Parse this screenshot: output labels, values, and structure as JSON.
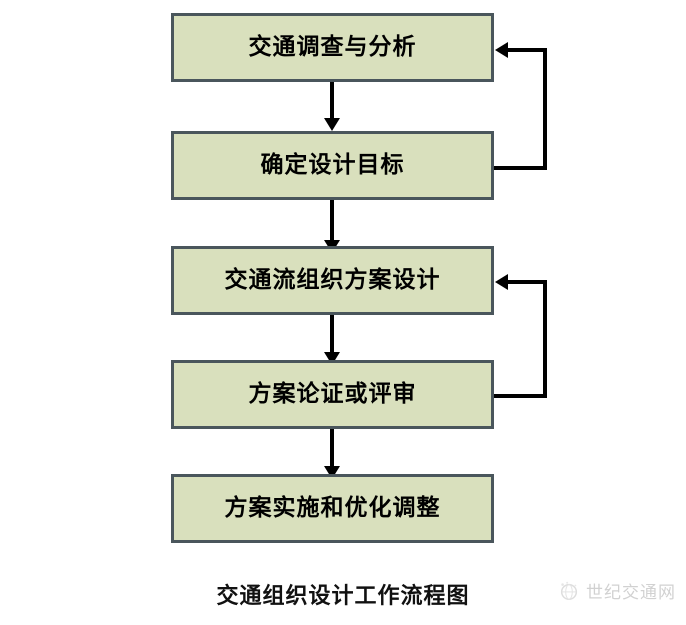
{
  "diagram": {
    "title": "交通组织设计工作流程图",
    "colors": {
      "node_fill": "#d9e0bd",
      "node_border": "#4a565c",
      "connector": "#000000",
      "text": "#000000",
      "background": "#ffffff"
    },
    "nodes": [
      {
        "id": "n1",
        "label": "交通调查与分析"
      },
      {
        "id": "n2",
        "label": "确定设计目标"
      },
      {
        "id": "n3",
        "label": "交通流组织方案设计"
      },
      {
        "id": "n4",
        "label": "方案论证或评审"
      },
      {
        "id": "n5",
        "label": "方案实施和优化调整"
      }
    ],
    "flow_connectors": [
      {
        "from": "n1",
        "to": "n2",
        "kind": "down-arrow"
      },
      {
        "from": "n2",
        "to": "n3",
        "kind": "down-arrow"
      },
      {
        "from": "n3",
        "to": "n4",
        "kind": "down-arrow"
      },
      {
        "from": "n4",
        "to": "n5",
        "kind": "down-arrow"
      }
    ],
    "feedback_connectors": [
      {
        "from": "n2",
        "to": "n1",
        "kind": "right-loop-back"
      },
      {
        "from": "n4",
        "to": "n3",
        "kind": "right-loop-back"
      }
    ]
  },
  "watermark": {
    "text": "世纪交通网",
    "logo_icon": "globe-icon"
  }
}
